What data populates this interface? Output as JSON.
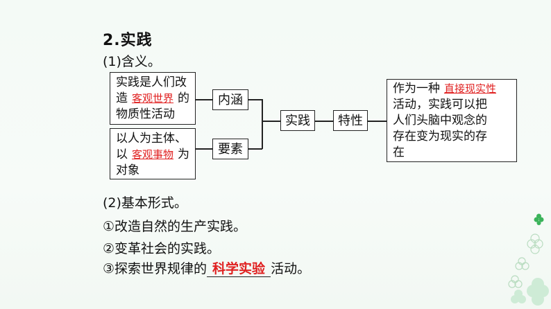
{
  "heading": "2.实践",
  "section1": "(1)含义。",
  "box_def": {
    "line1": "实践是人们改",
    "line2_pre": "造",
    "line2_blank": "客观世界",
    "line2_post": "的",
    "line3": "物质性活动"
  },
  "box_elem": {
    "line1": "以人为主体、",
    "line2_pre": "以",
    "line2_blank": "客观事物",
    "line2_post": "为",
    "line3": "对象"
  },
  "label_connotation": "内涵",
  "label_elements": "要素",
  "label_practice": "实践",
  "label_feature": "特性",
  "box_feature": {
    "line1_pre": "作为一种",
    "line1_blank": "直接现实性",
    "line2": "活动，实践可以把",
    "line3": "人们头脑中观念的",
    "line4": "存在变为现实的存",
    "line5": "在"
  },
  "section2": "(2)基本形式。",
  "forms": {
    "item1": "①改造自然的生产实践。",
    "item2": "②变革社会的实践。",
    "item3_pre": "③探索世界规律的",
    "item3_blank": "科学实验",
    "item3_post": "活动。"
  }
}
